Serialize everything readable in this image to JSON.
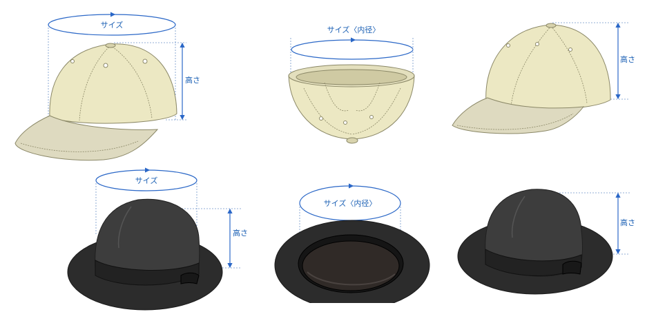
{
  "labels": {
    "size": "サイズ",
    "size_inner": "サイズ〈内径〉",
    "height": "高さ"
  },
  "colors": {
    "dimension_line": "#2a67c7",
    "cap": "#ece8c3",
    "fedora": "#3d3d3d"
  }
}
